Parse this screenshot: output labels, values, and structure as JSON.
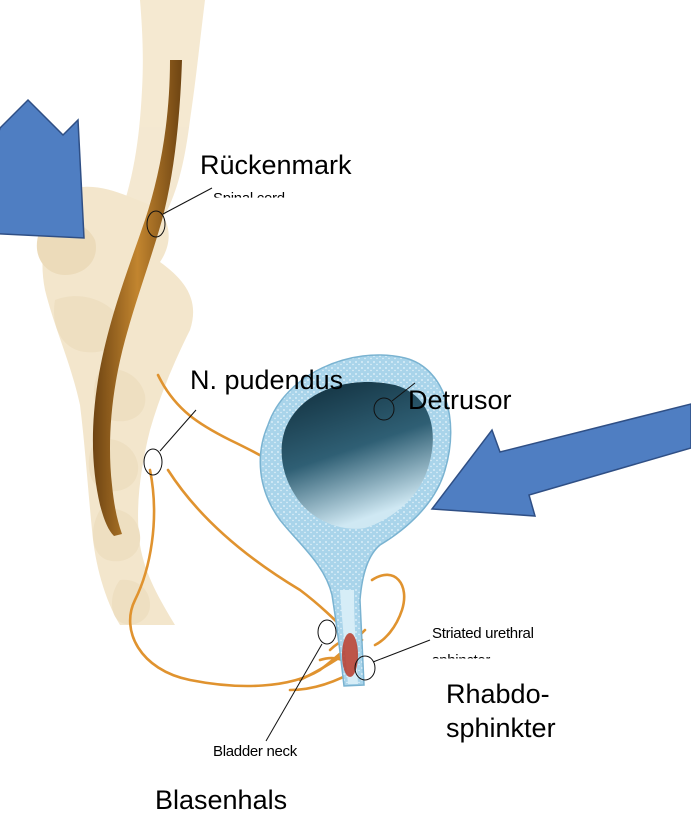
{
  "labels": {
    "rueckenmark": "Rückenmark",
    "spinal_cord": "Spinal cord",
    "n_pudendus": "N. pudendus",
    "detrusor": "Detrusor",
    "striated_urethral": "Striated urethral",
    "sphincter_partial": "sphincter",
    "rhabdo_line1": "Rhabdo-",
    "rhabdo_line2": "sphinkter",
    "bladder_neck": "Bladder neck",
    "blasenhals": "Blasenhals"
  },
  "colors": {
    "arrow_fill": "#4f7ec2",
    "arrow_stroke": "#2f4f85",
    "nerve": "#e0932f",
    "spinal_cord": "#8a5a1e",
    "bone": "#f4e6cc",
    "bladder_wall": "#8fc3de",
    "bladder_lumen": "#1e3d4e",
    "sphincter": "#b83a2a"
  }
}
